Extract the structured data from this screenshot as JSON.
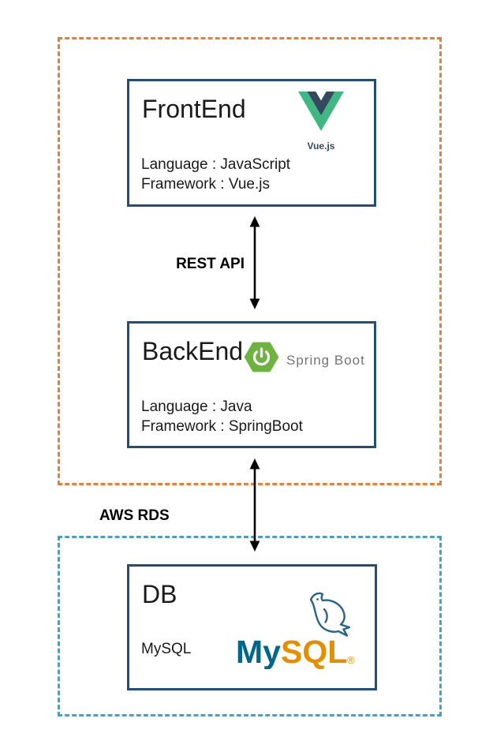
{
  "diagram": {
    "zones": {
      "application": {
        "border_color": "#ed7d31"
      },
      "database": {
        "border_color": "#29abe2"
      }
    },
    "nodes": {
      "frontend": {
        "title": "FrontEnd",
        "logo_label": "Vue.js",
        "lines": [
          "Language : JavaScript",
          "Framework : Vue.js"
        ]
      },
      "backend": {
        "title": "BackEnd",
        "logo_label": "Spring Boot",
        "lines": [
          "Language : Java",
          "Framework : SpringBoot"
        ]
      },
      "db": {
        "title": "DB",
        "lines": [
          "MySQL"
        ],
        "logo": {
          "my": "My",
          "sql": "SQL",
          "reg": "®"
        }
      }
    },
    "connections": {
      "frontend_backend": {
        "label": "REST API"
      },
      "backend_db": {
        "label": "AWS RDS"
      }
    },
    "colors": {
      "node_border": "#1f4e79",
      "app_zone_border": "#ed7d31",
      "db_zone_border": "#29abe2",
      "arrow": "#000000",
      "vue_green": "#41b883",
      "vue_dark": "#35495e",
      "spring_green": "#6db33f",
      "spring_text": "#757575",
      "mysql_blue": "#00678c",
      "mysql_orange": "#e48e00"
    }
  }
}
